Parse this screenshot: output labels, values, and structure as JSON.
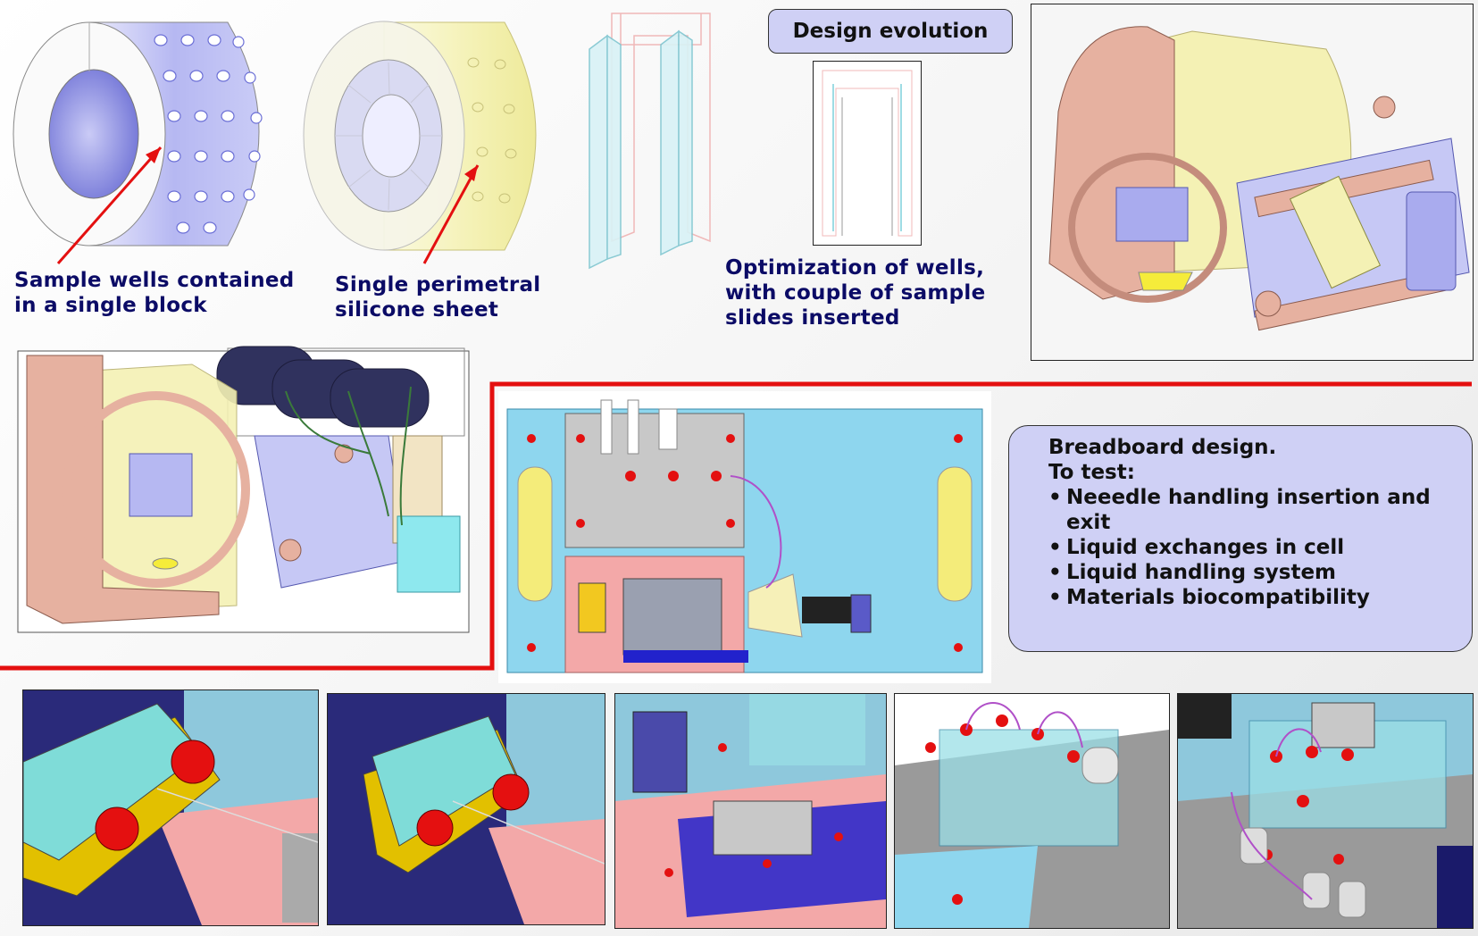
{
  "captions": {
    "sample_wells": "Sample wells contained\nin a single block",
    "silicone_sheet": "Single perimetral\nsilicone sheet",
    "optimization": "Optimization of wells,\n with couple of sample\nslides inserted"
  },
  "design_evolution": {
    "title": "Design evolution"
  },
  "breadboard": {
    "heading": "Breadboard design.",
    "subheading": "To test:",
    "items": [
      "Neeedle handling insertion and exit",
      "Liquid exchanges in cell",
      "Liquid handling system",
      "Materials biocompatibility"
    ]
  },
  "colors": {
    "caption_text": "#0b0b66",
    "box_fill": "#cfd0f5",
    "red_line": "#e41010",
    "arrow": "#e41010",
    "block_lavender": "#b6b8f2",
    "silicone_yellow": "#f4f1b4",
    "frame_salmon": "#e6b1a0",
    "plate_cyan": "#8ed6ee"
  },
  "icons": {
    "wells_block": "cylinder-block-render",
    "silicone_cylinder": "translucent-cylinder-render",
    "slides_frame": "slide-frame-render",
    "breadboard_top": "breadboard-top-view",
    "closeups": [
      "needle-closeup-1",
      "needle-closeup-2",
      "breadboard-3d-1",
      "breadboard-3d-2",
      "breadboard-3d-3"
    ]
  }
}
